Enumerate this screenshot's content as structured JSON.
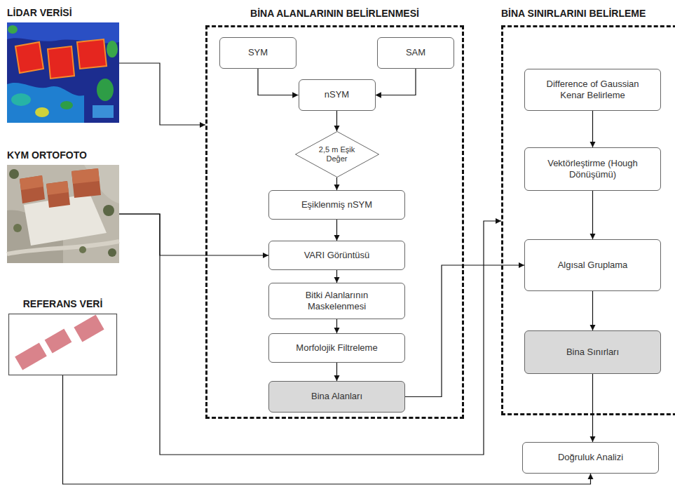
{
  "diagram": {
    "nodes": [
      {
        "text": [
          "LİDAR VERİSİ"
        ]
      },
      {
        "text": [
          "KYM ORTOFOTO"
        ]
      },
      {
        "text": [
          "REFERANS VERİ"
        ]
      },
      {
        "text": [
          "BİNA ALANLARININ BELİRLENMESİ"
        ]
      },
      {
        "text": [
          "SYM"
        ],
        "in": 3
      },
      {
        "text": [
          "SAM"
        ],
        "in": 3
      },
      {
        "text": [
          "nSYM"
        ],
        "in": 3
      },
      {
        "text": [
          "2,5 m Eşik Değer"
        ],
        "in": 3
      },
      {
        "text": [
          "Eşiklenmiş nSYM"
        ],
        "in": 3
      },
      {
        "text": [
          "VARI Görüntüsü"
        ],
        "in": 3
      },
      {
        "text": [
          "Bitki Alanlarının Maskelenmesi"
        ],
        "in": 3
      },
      {
        "text": [
          "Morfolojik Filtreleme"
        ],
        "in": 3
      },
      {
        "text": [
          "Bina Alanları"
        ],
        "in": 3
      },
      {
        "text": [
          "BİNA SINIRLARINI BELİRLEME"
        ]
      },
      {
        "text": [
          "Difference of Gaussian Kenar Belirleme"
        ],
        "in": 13
      },
      {
        "text": [
          "Vektörleştirme (Hough Dönüşümü)"
        ],
        "in": 13
      },
      {
        "text": [
          "Algısal Gruplama"
        ],
        "in": 13
      },
      {
        "text": [
          "Bina Sınırları"
        ],
        "in": 13
      },
      {
        "text": [
          "Doğruluk Analizi"
        ]
      }
    ],
    "edges": [
      {
        "from": 0,
        "to": 3,
        "arrow": "to"
      },
      {
        "from": 4,
        "to": 6,
        "arrow": "to"
      },
      {
        "from": 5,
        "to": 6,
        "arrow": "to"
      },
      {
        "from": 6,
        "to": 7,
        "arrow": "to"
      },
      {
        "from": 7,
        "to": 8,
        "arrow": "to"
      },
      {
        "from": 8,
        "to": 9,
        "arrow": "to"
      },
      {
        "from": 1,
        "to": 9,
        "arrow": "to"
      },
      {
        "from": 9,
        "to": 10,
        "arrow": "to"
      },
      {
        "from": 10,
        "to": 11,
        "arrow": "to"
      },
      {
        "from": 11,
        "to": 12,
        "arrow": "to"
      },
      {
        "from": 12,
        "to": 16,
        "arrow": "to"
      },
      {
        "from": 1,
        "to": 13,
        "arrow": "to"
      },
      {
        "from": 14,
        "to": 15,
        "arrow": "to"
      },
      {
        "from": 15,
        "to": 16,
        "arrow": "to"
      },
      {
        "from": 16,
        "to": 17,
        "arrow": "to"
      },
      {
        "from": 17,
        "to": 18,
        "arrow": "to"
      },
      {
        "from": 2,
        "to": 18,
        "arrow": "to"
      }
    ]
  }
}
